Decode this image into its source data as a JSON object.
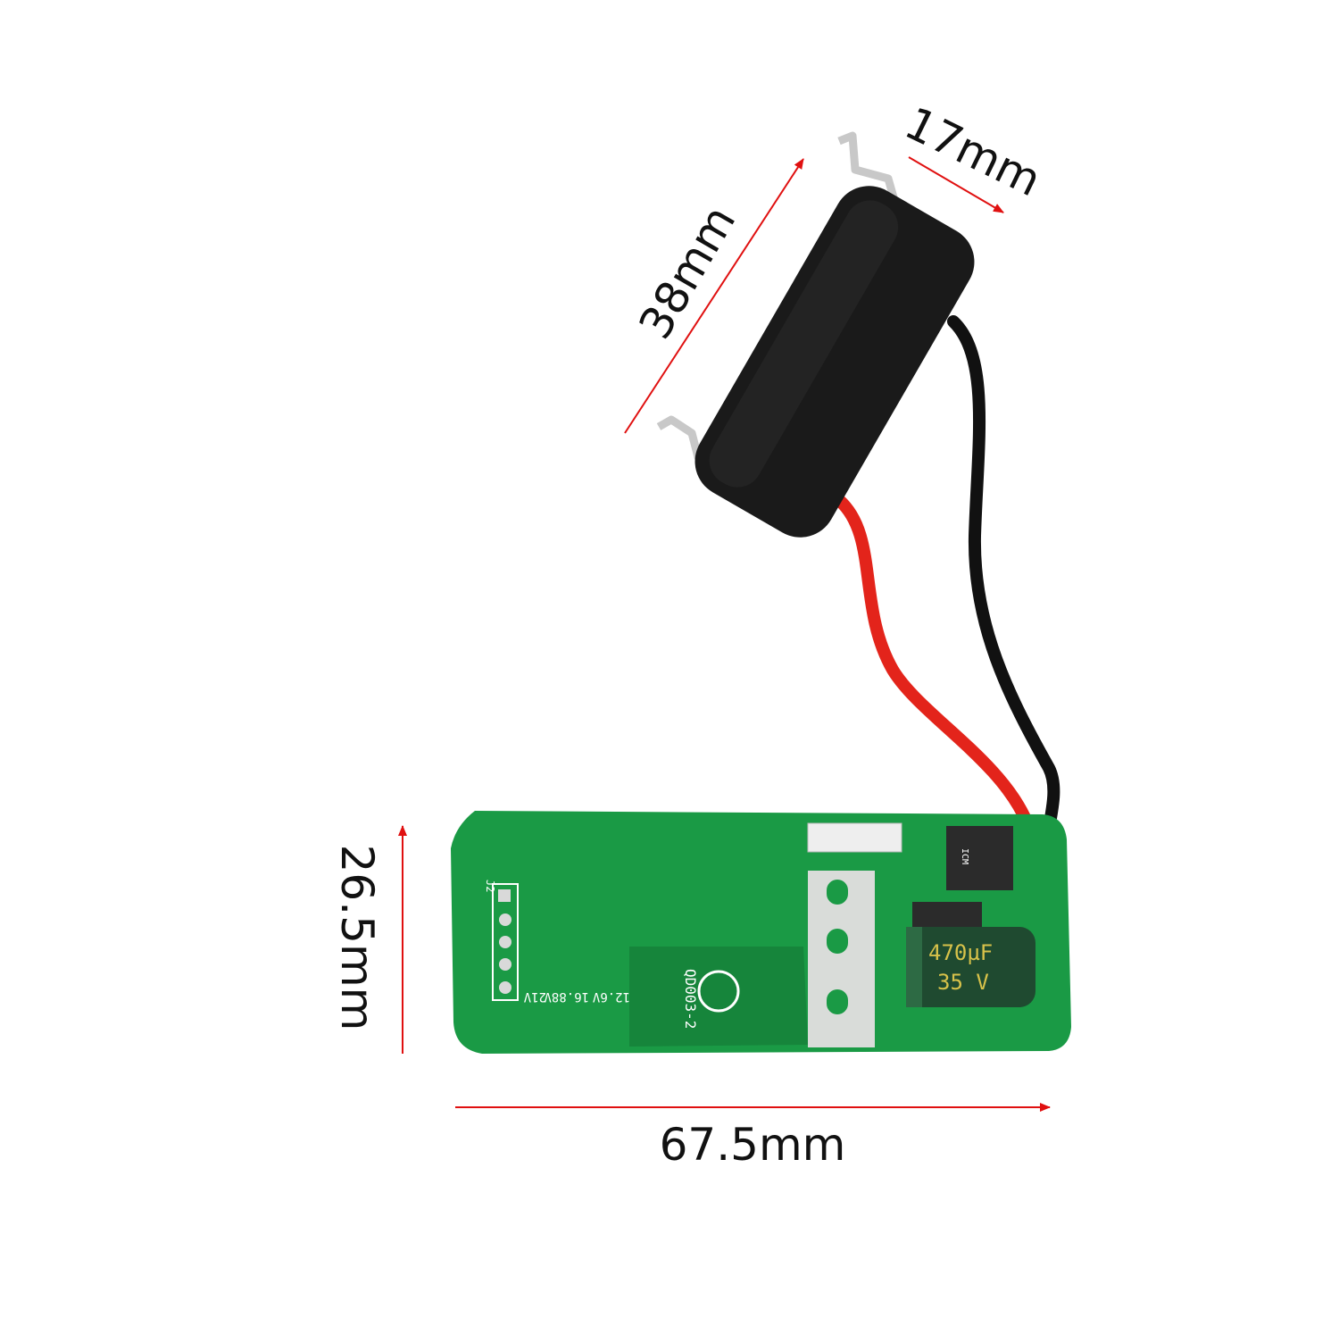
{
  "dimensions": {
    "length_module": "38mm",
    "width_module": "17mm",
    "board_height": "26.5mm",
    "board_length": "67.5mm"
  },
  "board_markings": {
    "model": "QD003-2",
    "voltages": [
      "12.6V",
      "16.88V",
      "21V"
    ],
    "connector_label": "J2",
    "capacitor_value": "470µF",
    "capacitor_voltage": "35 V",
    "chip_marking": "ICM"
  },
  "colors": {
    "arrow": "#e01010",
    "pcb": "#1a9a45",
    "pcb_dark": "#147a36",
    "wire_red": "#e3241b",
    "wire_black": "#111111",
    "module_body": "#1a1a1a",
    "capacitor": "#1f4a30",
    "capacitor_text": "#d8c24a"
  }
}
